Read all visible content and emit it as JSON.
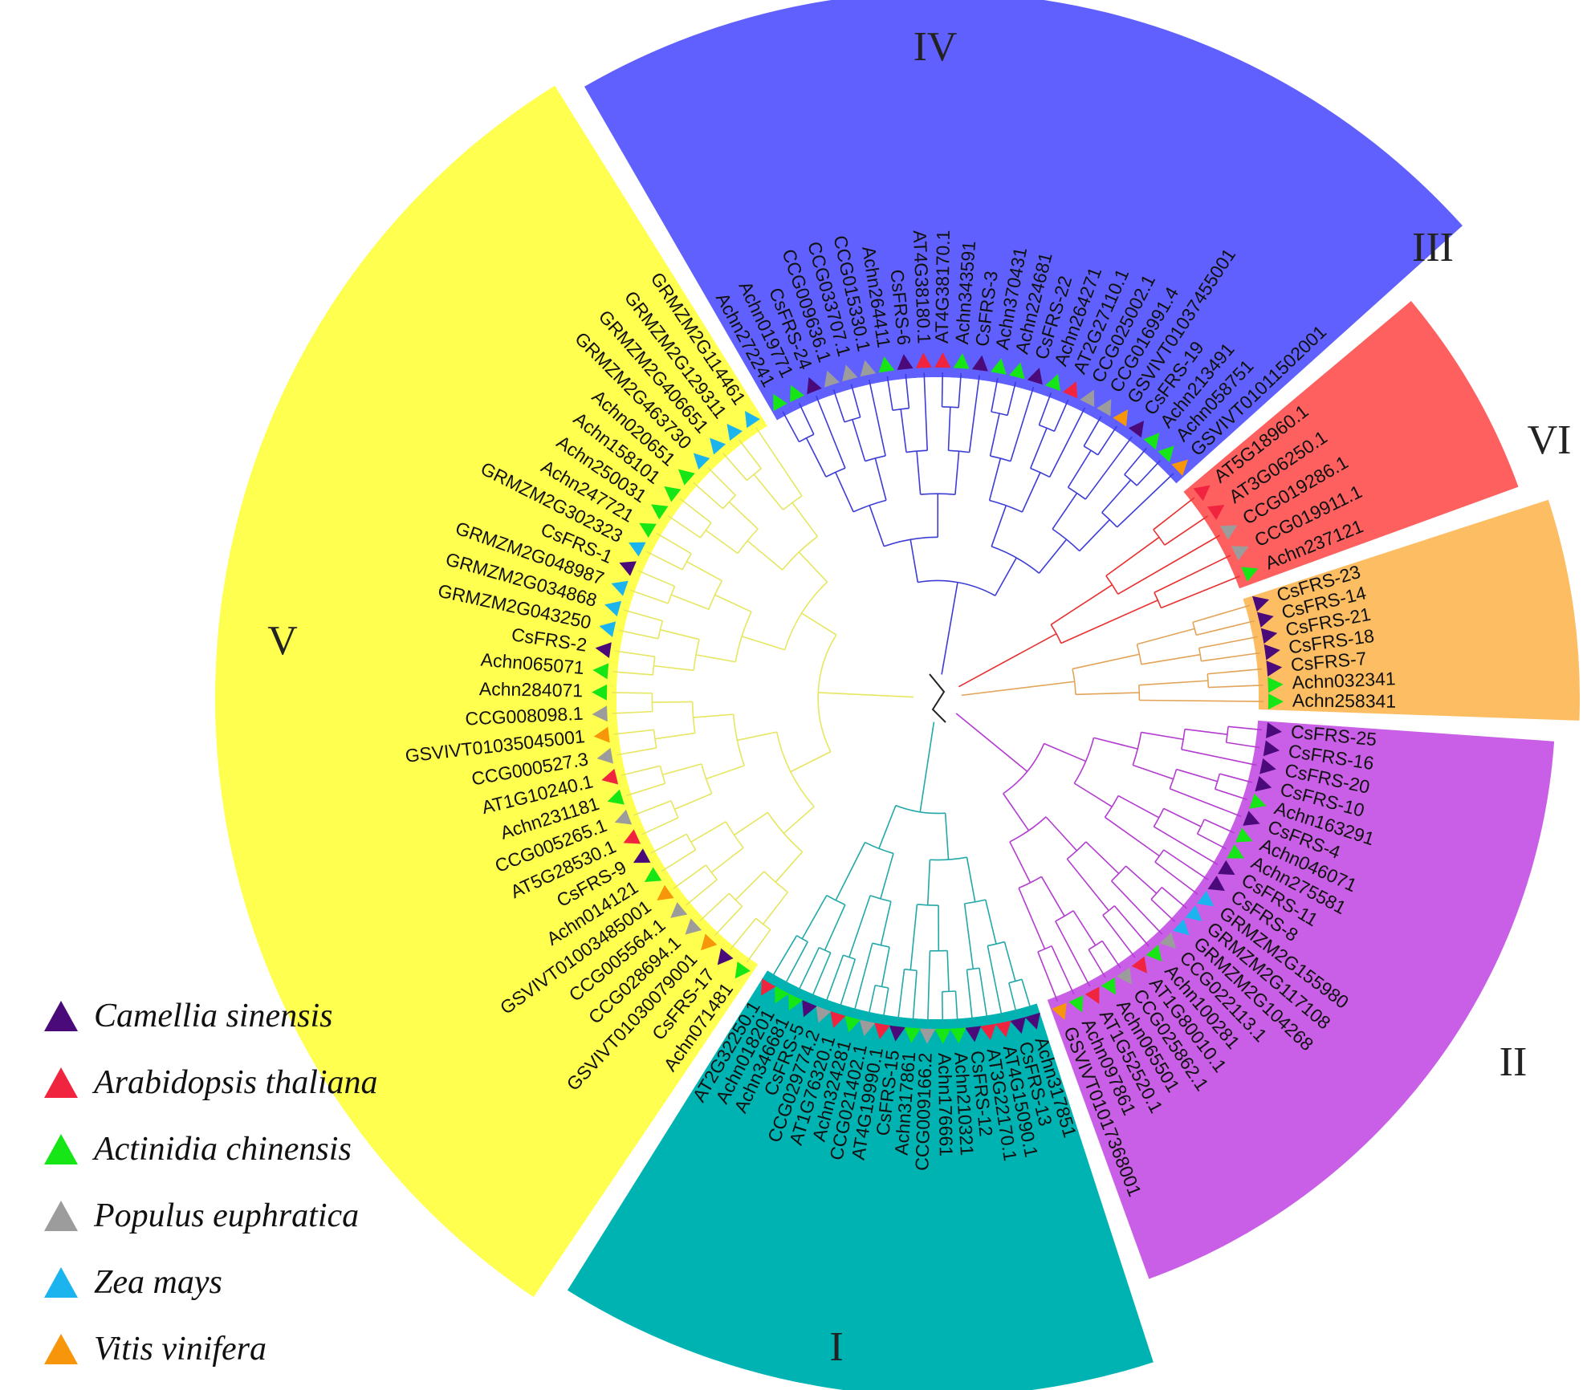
{
  "figure": {
    "clade_labels": [
      "I",
      "II",
      "III",
      "IV",
      "V",
      "VI"
    ]
  },
  "species": [
    {
      "key": "cs",
      "name": "Camellia sinensis",
      "color": "#4b0a7a"
    },
    {
      "key": "at",
      "name": "Arabidopsis thaliana",
      "color": "#f0243e"
    },
    {
      "key": "ac",
      "name": "Actinidia chinensis",
      "color": "#16e616"
    },
    {
      "key": "pe",
      "name": "Populus euphratica",
      "color": "#9c9c9c"
    },
    {
      "key": "zm",
      "name": "Zea mays",
      "color": "#1cb4ef"
    },
    {
      "key": "vv",
      "name": "Vitis vinifera",
      "color": "#f7960b"
    }
  ],
  "clades": [
    {
      "id": "VI",
      "color": "#fdbe63",
      "branch_color": "#e2a458",
      "leaves": [
        [
          "CsFRS-23",
          "cs"
        ],
        [
          "CsFRS-14",
          "cs"
        ],
        [
          "CsFRS-21",
          "cs"
        ],
        [
          "CsFRS-18",
          "cs"
        ],
        [
          "CsFRS-7",
          "cs"
        ],
        [
          "Achn032341",
          "ac"
        ],
        [
          "Achn258341",
          "ac"
        ]
      ]
    },
    {
      "id": "III",
      "color": "#fe6060",
      "branch_color": "#e83030",
      "leaves": [
        [
          "AT5G18960.1",
          "at"
        ],
        [
          "AT3G06250.1",
          "at"
        ],
        [
          "CCG019286.1",
          "pe"
        ],
        [
          "CCG019911.1",
          "pe"
        ],
        [
          "Achn237121",
          "ac"
        ]
      ]
    },
    {
      "id": "IV",
      "color": "#6060ff",
      "branch_color": "#3c3cd6",
      "leaves": [
        [
          "Achn272241",
          "ac"
        ],
        [
          "Achn019771",
          "ac"
        ],
        [
          "CsFRS-24",
          "cs"
        ],
        [
          "CCG009636.1",
          "pe"
        ],
        [
          "CCG033707.1",
          "pe"
        ],
        [
          "CCG015330.1",
          "pe"
        ],
        [
          "Achn264411",
          "ac"
        ],
        [
          "CsFRS-6",
          "cs"
        ],
        [
          "AT4G38180.1",
          "at"
        ],
        [
          "AT4G38170.1",
          "at"
        ],
        [
          "Achn343591",
          "ac"
        ],
        [
          "CsFRS-3",
          "cs"
        ],
        [
          "Achn370431",
          "ac"
        ],
        [
          "Achn224681",
          "ac"
        ],
        [
          "CsFRS-22",
          "cs"
        ],
        [
          "Achn264271",
          "ac"
        ],
        [
          "AT2G27110.1",
          "at"
        ],
        [
          "CCG025002.1",
          "pe"
        ],
        [
          "CCG016991.4",
          "pe"
        ],
        [
          "GSVIVT01037455001",
          "vv"
        ],
        [
          "CsFRS-19",
          "cs"
        ],
        [
          "Achn213491",
          "ac"
        ],
        [
          "Achn058751",
          "ac"
        ],
        [
          "GSVIVT01011502001",
          "vv"
        ]
      ]
    },
    {
      "id": "V",
      "color": "#ffff4f",
      "branch_color": "#e6e660",
      "leaves": [
        [
          "Achn071481",
          "ac"
        ],
        [
          "CsFRS-17",
          "cs"
        ],
        [
          "GSVIVT01030079001",
          "vv"
        ],
        [
          "CCG028694.1",
          "pe"
        ],
        [
          "CCG005564.1",
          "pe"
        ],
        [
          "GSVIVT01003485001",
          "vv"
        ],
        [
          "Achn014121",
          "ac"
        ],
        [
          "CsFRS-9",
          "cs"
        ],
        [
          "AT5G28530.1",
          "at"
        ],
        [
          "CCG005265.1",
          "pe"
        ],
        [
          "Achn231181",
          "ac"
        ],
        [
          "AT1G10240.1",
          "at"
        ],
        [
          "CCG000527.3",
          "pe"
        ],
        [
          "GSVIVT01035045001",
          "vv"
        ],
        [
          "CCG008098.1",
          "pe"
        ],
        [
          "Achn284071",
          "ac"
        ],
        [
          "Achn065071",
          "ac"
        ],
        [
          "CsFRS-2",
          "cs"
        ],
        [
          "GRMZM2G043250",
          "zm"
        ],
        [
          "GRMZM2G034868",
          "zm"
        ],
        [
          "GRMZM2G048987",
          "zm"
        ],
        [
          "CsFRS-1",
          "cs"
        ],
        [
          "GRMZM2G302323",
          "zm"
        ],
        [
          "Achn247721",
          "ac"
        ],
        [
          "Achn250031",
          "ac"
        ],
        [
          "Achn158101",
          "ac"
        ],
        [
          "Achn020651",
          "ac"
        ],
        [
          "GRMZM2G463730",
          "zm"
        ],
        [
          "GRMZM2G406651",
          "zm"
        ],
        [
          "GRMZM2G129311",
          "zm"
        ],
        [
          "GRMZM2G114461",
          "zm"
        ]
      ]
    },
    {
      "id": "I",
      "color": "#00b3b3",
      "branch_color": "#22a8a8",
      "leaves": [
        [
          "Achn317851",
          "cs"
        ],
        [
          "CsFRS-13",
          "cs"
        ],
        [
          "AT4G15090.1",
          "at"
        ],
        [
          "AT3G22170.1",
          "at"
        ],
        [
          "CsFRS-12",
          "cs"
        ],
        [
          "Achn210321",
          "ac"
        ],
        [
          "Achn176661",
          "ac"
        ],
        [
          "CCG009166.2",
          "pe"
        ],
        [
          "Achn317861",
          "ac"
        ],
        [
          "CsFRS-15",
          "cs"
        ],
        [
          "AT4G19990.1",
          "at"
        ],
        [
          "CCG021402.1",
          "pe"
        ],
        [
          "Achn324281",
          "ac"
        ],
        [
          "AT1G76320.1",
          "at"
        ],
        [
          "CCG029774.2",
          "pe"
        ],
        [
          "CsFRS-5",
          "cs"
        ],
        [
          "Achn346681",
          "ac"
        ],
        [
          "Achn018201",
          "ac"
        ],
        [
          "AT2G32250.1",
          "at"
        ]
      ]
    },
    {
      "id": "II",
      "color": "#c85fe6",
      "branch_color": "#b33bd0",
      "leaves": [
        [
          "CsFRS-25",
          "cs"
        ],
        [
          "CsFRS-16",
          "cs"
        ],
        [
          "CsFRS-20",
          "cs"
        ],
        [
          "CsFRS-10",
          "cs"
        ],
        [
          "Achn163291",
          "ac"
        ],
        [
          "CsFRS-4",
          "cs"
        ],
        [
          "Achn046071",
          "ac"
        ],
        [
          "Achn275581",
          "ac"
        ],
        [
          "CsFRS-11",
          "cs"
        ],
        [
          "CsFRS-8",
          "cs"
        ],
        [
          "GRMZM2G155980",
          "zm"
        ],
        [
          "GRMZM2G117108",
          "zm"
        ],
        [
          "GRMZM2G104268",
          "zm"
        ],
        [
          "CCG022113.1",
          "pe"
        ],
        [
          "Achn100281",
          "ac"
        ],
        [
          "AT1G80010.1",
          "at"
        ],
        [
          "CCG025862.1",
          "pe"
        ],
        [
          "Achn065501",
          "ac"
        ],
        [
          "AT1G52520.1",
          "at"
        ],
        [
          "Achn097861",
          "ac"
        ],
        [
          "GSVIVT01017368001",
          "vv"
        ]
      ]
    }
  ]
}
